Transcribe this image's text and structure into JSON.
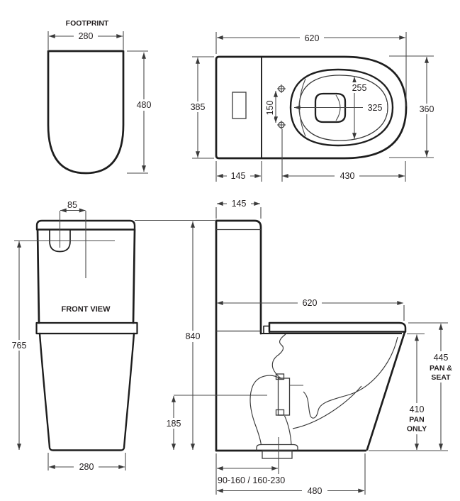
{
  "drawing_title": "toilet-suite-dimension-drawing",
  "colors": {
    "outline": "#1e1e1e",
    "dimension_lines": "#4a4a4a",
    "text": "#231f20",
    "hatch": "#b3b3b3",
    "background": "#ffffff"
  },
  "footprint_view": {
    "title": "FOOTPRINT",
    "width": "280",
    "depth": "480"
  },
  "top_view": {
    "overall_width": "620",
    "overall_depth": "385",
    "cistern_depth": "145",
    "fixing_hole_centres": "150",
    "bowl_inner_length": "255",
    "bowl_inner_width": "325",
    "seat_length": "430",
    "pan_width": "360"
  },
  "front_view": {
    "title": "FRONT VIEW",
    "button_offset": "85",
    "height": "765",
    "base_width": "280"
  },
  "side_view": {
    "cistern_depth": "145",
    "overall_height": "840",
    "overall_depth": "620",
    "trap_height": "185",
    "setout_range": "90-160  /  160-230",
    "base_depth": "480",
    "seat_height": "445",
    "seat_height_label_1": "PAN &",
    "seat_height_label_2": "SEAT",
    "pan_height": "410",
    "pan_height_label_1": "PAN",
    "pan_height_label_2": "ONLY"
  }
}
